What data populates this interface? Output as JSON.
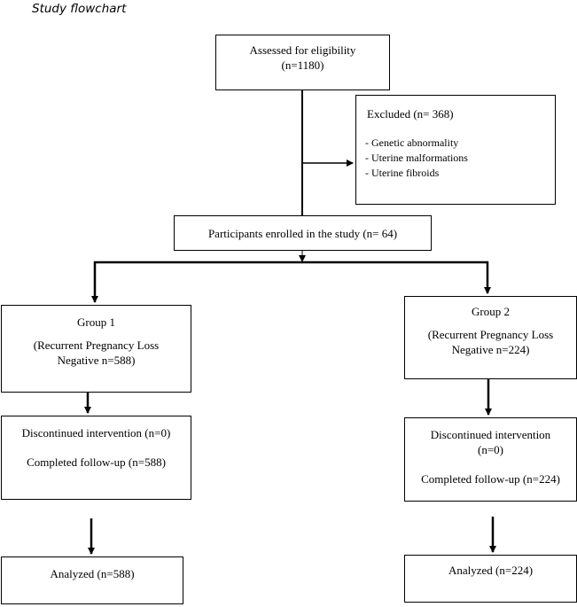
{
  "caption": "Study flowchart",
  "assessed": {
    "title": "Assessed for eligibility",
    "count": "(n=1180)"
  },
  "excluded": {
    "title": "Excluded  (n= 368)",
    "reasons": [
      "- Genetic abnormality",
      "- Uterine malformations",
      "- Uterine fibroids"
    ]
  },
  "enrolled": {
    "text": "Participants enrolled in the study (n= 64)"
  },
  "group1": {
    "title": "Group 1",
    "desc_line1": "(Recurrent Pregnancy Loss",
    "desc_line2": "Negative n=588)",
    "discontinued": "Discontinued intervention (n=0)",
    "followup": "Completed follow-up (n=588)",
    "analyzed": "Analyzed (n=588)"
  },
  "group2": {
    "title": "Group 2",
    "desc_line1": "(Recurrent Pregnancy Loss",
    "desc_line2": "Negative n=224)",
    "discontinued_line1": "Discontinued intervention",
    "discontinued_line2": "(n=0)",
    "followup": "Completed follow-up (n=224)",
    "analyzed": "Analyzed (n=224)"
  }
}
